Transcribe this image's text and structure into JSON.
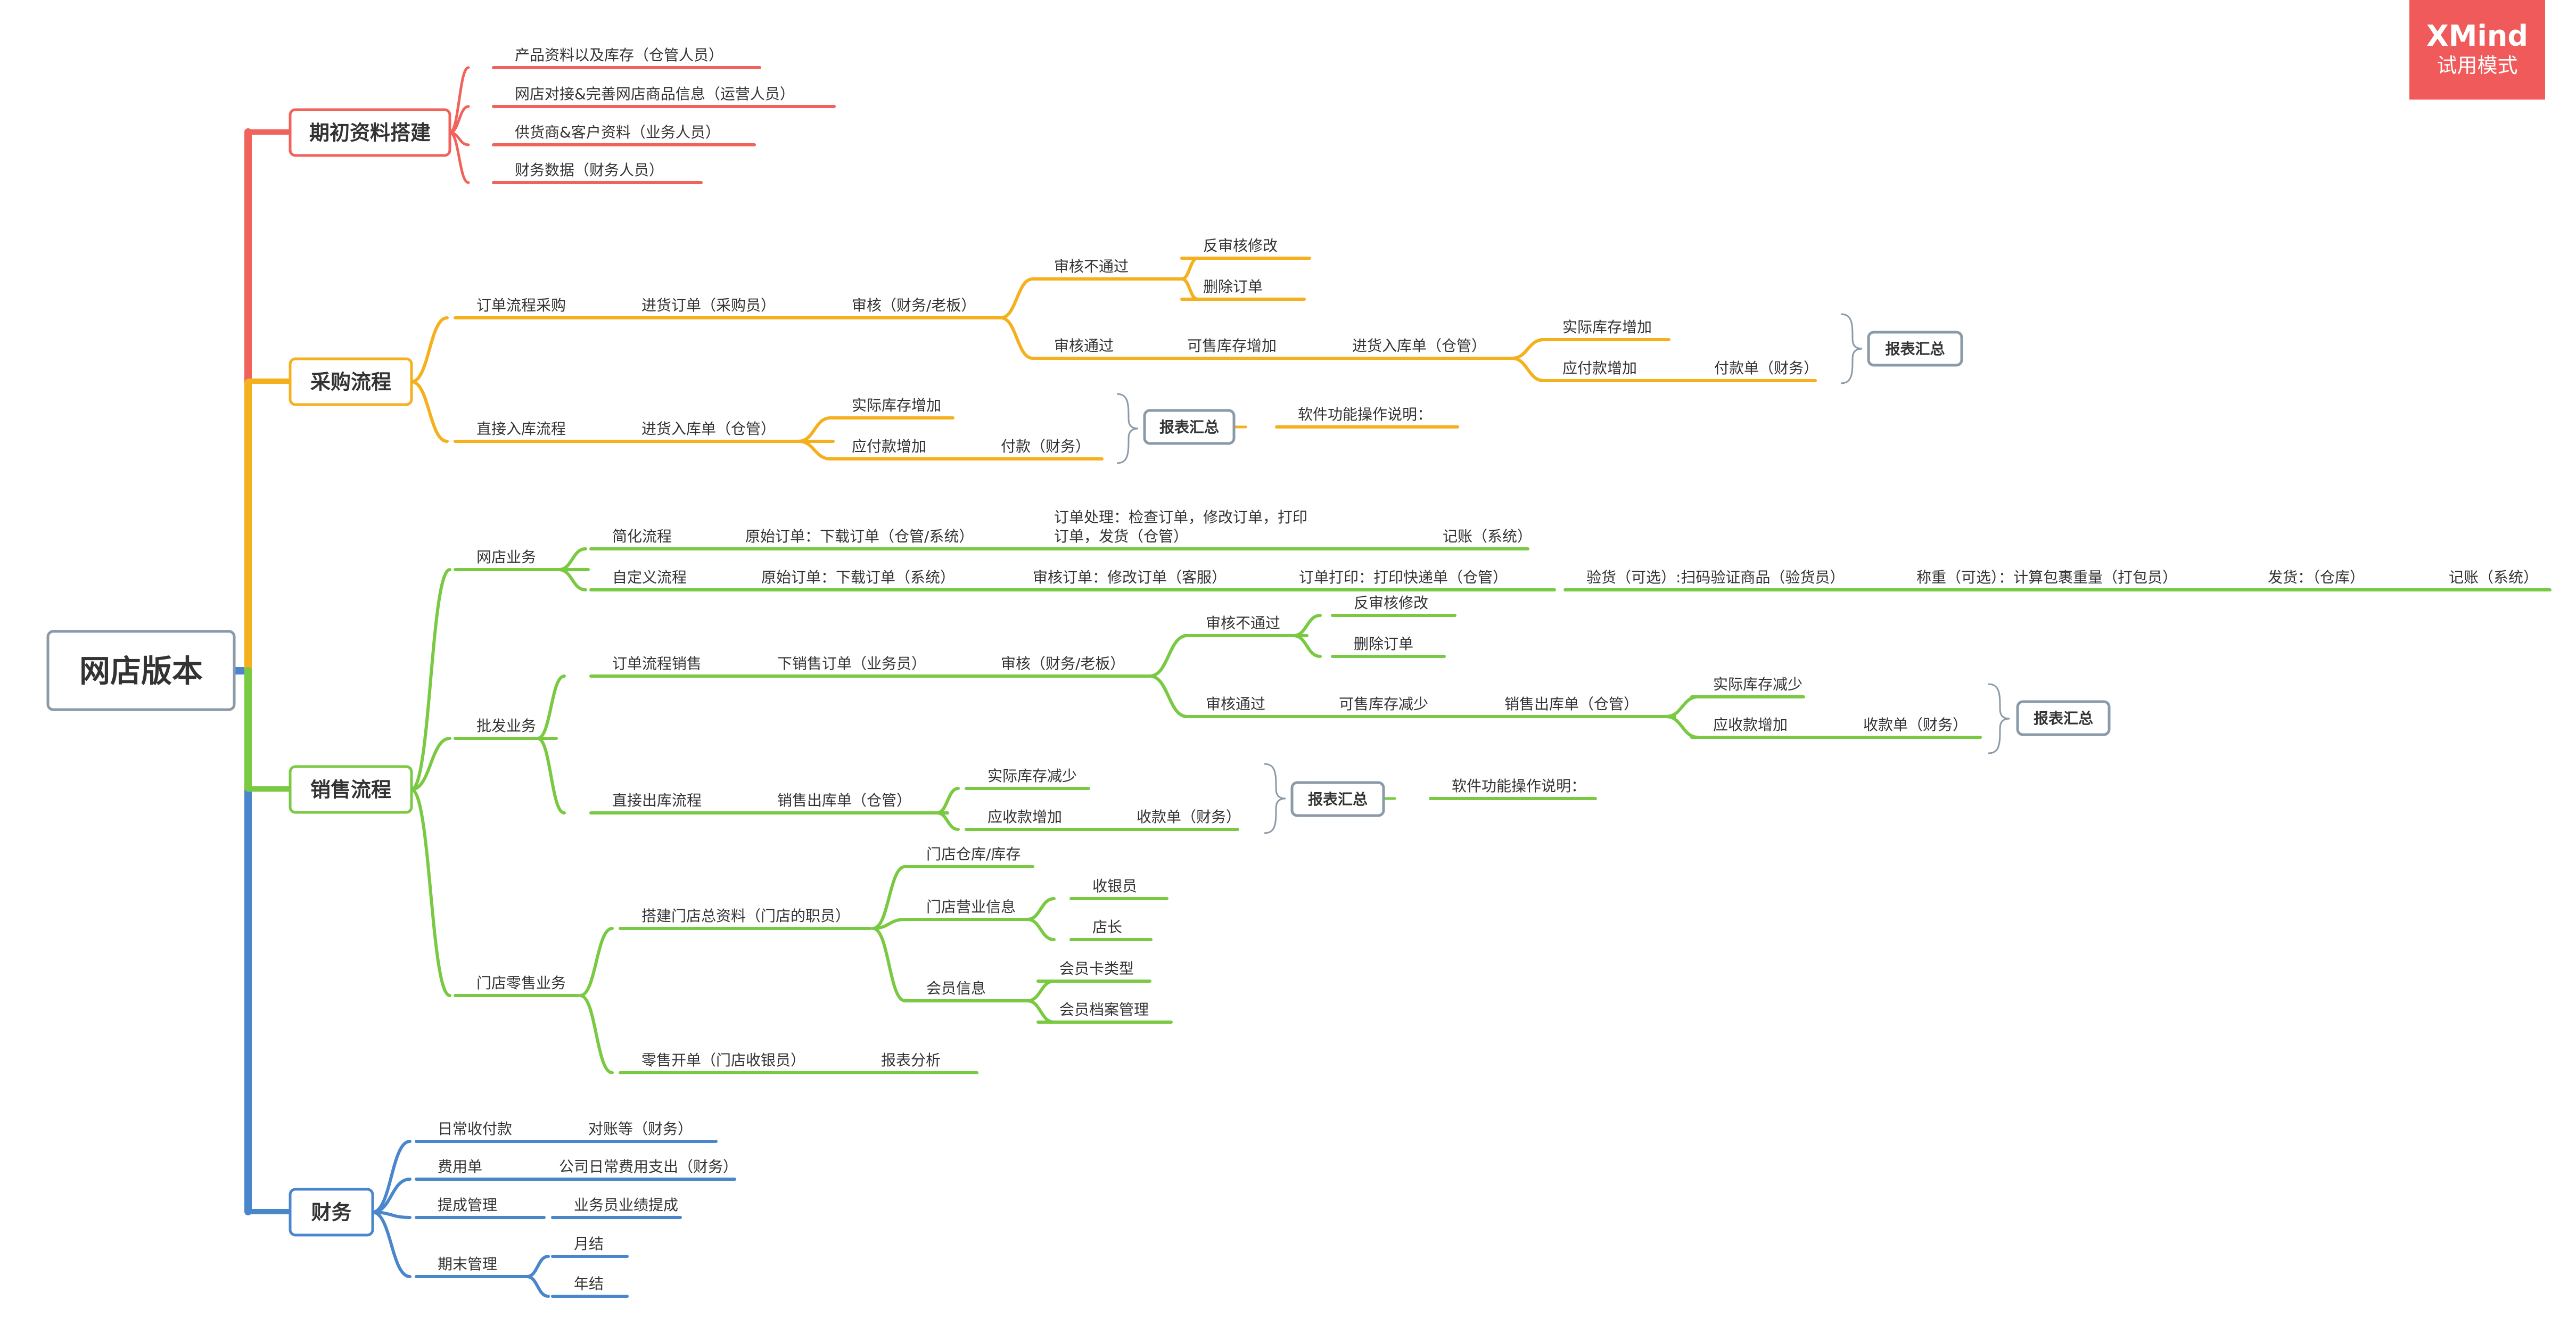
{
  "watermark": {
    "brand": "XMind",
    "mode": "试用模式"
  },
  "colors": {
    "red": "#f0625a",
    "orange": "#f5b01e",
    "green": "#7ac943",
    "blue": "#4a86cc",
    "box": "#8a9aa8"
  },
  "root": "网店版本",
  "branches": [
    {
      "label": "期初资料搭建",
      "items": [
        "产品资料以及库存（仓管人员）",
        "网店对接&完善网店商品信息（运营人员）",
        "供货商&客户资料（业务人员）",
        "财务数据（财务人员）"
      ]
    },
    {
      "label": "采购流程",
      "order_purchase": "订单流程采购",
      "purchase_order": "进货订单（采购员）",
      "audit": "审核（财务/老板）",
      "fail": "审核不通过",
      "reverse": "反审核修改",
      "delete": "删除订单",
      "pass": "审核通过",
      "avail_inc": "可售库存增加",
      "inbound": "进货入库单（仓管）",
      "actual_inc": "实际库存增加",
      "payable_inc": "应付款增加",
      "payment_doc": "付款单（财务）",
      "report": "报表汇总",
      "direct": "直接入库流程",
      "direct_inbound": "进货入库单（仓管）",
      "direct_actual": "实际库存增加",
      "direct_payable": "应付款增加",
      "direct_pay": "付款（财务）",
      "report2": "报表汇总",
      "help": "软件功能操作说明："
    },
    {
      "label": "销售流程",
      "online": "网店业务",
      "simple": "简化流程",
      "simple_orig": "原始订单：下载订单（仓管/系统）",
      "simple_proc": "订单处理：检查订单，修改订单，打印订单，发货（仓管）",
      "simple_book": "记账（系统）",
      "custom": "自定义流程",
      "custom_orig": "原始订单：下载订单（系统）",
      "custom_audit": "审核订单：修改订单（客服）",
      "custom_print": "订单打印：打印快递单（仓管）",
      "custom_inspect": "验货（可选）:扫码验证商品（验货员）",
      "custom_weigh": "称重（可选）：计算包裹重量（打包员）",
      "custom_ship": "发货：（仓库）",
      "custom_book": "记账（系统）",
      "wholesale": "批发业务",
      "order_sale": "订单流程销售",
      "sale_order": "下销售订单（业务员）",
      "sale_audit": "审核（财务/老板）",
      "sale_fail": "审核不通过",
      "sale_reverse": "反审核修改",
      "sale_delete": "删除订单",
      "sale_pass": "审核通过",
      "sale_avail": "可售库存减少",
      "sale_out": "销售出库单（仓管）",
      "sale_actual": "实际库存减少",
      "sale_recv_inc": "应收款增加",
      "sale_recv_doc": "收款单（财务）",
      "sale_report": "报表汇总",
      "direct_out": "直接出库流程",
      "direct_out_doc": "销售出库单（仓管）",
      "direct_out_actual": "实际库存减少",
      "direct_out_recv": "应收款增加",
      "direct_out_recvdoc": "收款单（财务）",
      "direct_out_report": "报表汇总",
      "direct_out_help": "软件功能操作说明：",
      "retail": "门店零售业务",
      "store_setup": "搭建门店总资料（门店的职员）",
      "store_wh": "门店仓库/库存",
      "store_biz": "门店营业信息",
      "cashier": "收银员",
      "manager": "店长",
      "member": "会员信息",
      "card": "会员卡类型",
      "archive": "会员档案管理",
      "retail_bill": "零售开单（门店收银员）",
      "retail_report": "报表分析"
    },
    {
      "label": "财务",
      "daily": "日常收付款",
      "reconcile": "对账等（财务）",
      "expense": "费用单",
      "company_expense": "公司日常费用支出（财务）",
      "commission": "提成管理",
      "sales_commission": "业务员业绩提成",
      "period": "期末管理",
      "month": "月结",
      "year": "年结"
    }
  ]
}
